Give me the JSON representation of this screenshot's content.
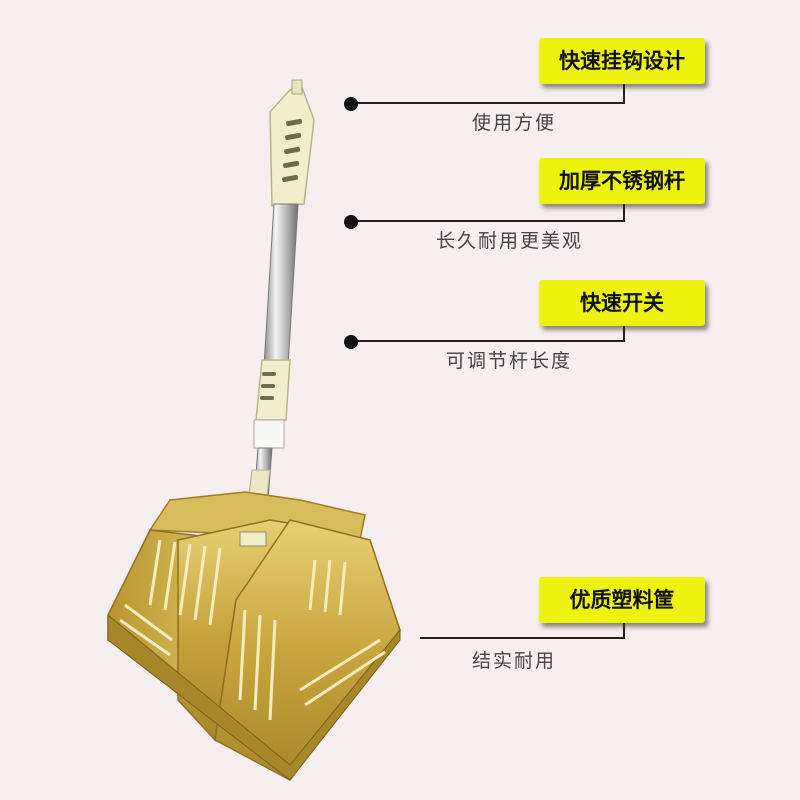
{
  "features": [
    {
      "title": "快速挂钩设计",
      "caption": "使用方便"
    },
    {
      "title": "加厚不锈钢杆",
      "caption": "长久耐用更美观"
    },
    {
      "title": "快速开关",
      "caption": "可调节杆长度"
    },
    {
      "title": "优质塑料筐",
      "caption": "结实耐用"
    }
  ],
  "product": {
    "name": "dustpan-with-handle",
    "basket_color": "#cfae4a",
    "handle_color": "#f1eecc"
  },
  "colors": {
    "badge": "#eef20f",
    "background": "#f7eef0"
  }
}
